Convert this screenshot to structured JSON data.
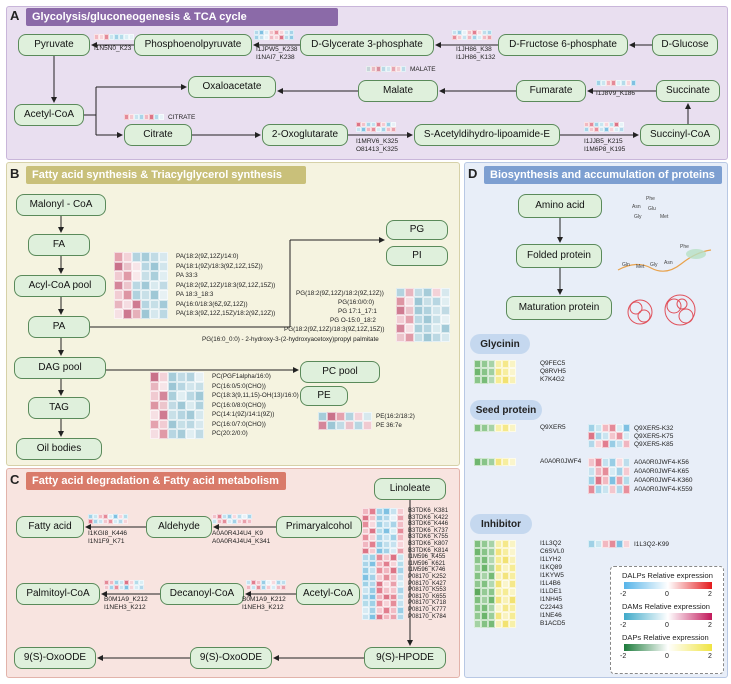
{
  "panels": {
    "a": {
      "letter": "A",
      "title": "Glycolysis/gluconeogenesis & TCA cycle"
    },
    "b": {
      "letter": "B",
      "title": "Fatty acid synthesis & Triacylglycerol synthesis"
    },
    "c": {
      "letter": "C",
      "title": "Fatty acid degradation & Fatty acid metabolism"
    },
    "d": {
      "letter": "D",
      "title": "Biosynthesis and accumulation of proteins"
    }
  },
  "nodes_a": {
    "pyruvate": "Pyruvate",
    "pep": "Phosphoenolpyruvate",
    "dg3p": "D-Glycerate 3-phosphate",
    "df6p": "D-Fructose 6-phosphate",
    "dglucose": "D-Glucose",
    "acetylcoa": "Acetyl-CoA",
    "oxaloacetate": "Oxaloacetate",
    "malate": "Malate",
    "fumarate": "Fumarate",
    "succinate": "Succinate",
    "citrate": "Citrate",
    "oxoglutarate": "2-Oxoglutarate",
    "sacetyl": "S-Acetyldihydro-lipoamide-E",
    "succinylcoa": "Succinyl-CoA"
  },
  "labels_a": {
    "i1n5n0": "I1N5N0_K23",
    "i1jpw5": "I1JPW5_K238",
    "i1nai7": "I1NAI7_K238",
    "i1jh86a": "I1JH86_K38",
    "i1jh86b": "I1JH86_K132",
    "malate_tag": "MALATE",
    "citrate_tag": "CITRATE",
    "i1j8v9": "I1J8V9_K186",
    "i1mrv6": "I1MRV6_K325",
    "o81413": "O81413_K325",
    "i1jjb5": "I1JJB5_K215",
    "i1m6p8": "I1M6P8_K195"
  },
  "nodes_b": {
    "malonyl": "Malonyl - CoA",
    "fa": "FA",
    "acylcoa": "Acyl-CoA pool",
    "pa": "PA",
    "dag": "DAG pool",
    "tag": "TAG",
    "oil": "Oil bodies",
    "pg": "PG",
    "pi": "PI",
    "pcpool": "PC pool",
    "pe": "PE"
  },
  "labels_b": {
    "pa_list": [
      "PA(18:2(9Z,12Z)/14:0)",
      "PA(18:1(9Z)/18:3(9Z,12Z,15Z))",
      "PA 33:3",
      "PA(18:2(9Z,12Z)/18:3(9Z,12Z,15Z))",
      "PA 18:3_18:3",
      "PA(16:0/18:3(6Z,9Z,12Z))",
      "PA(18:3(9Z,12Z,15Z)/18:2(9Z,12Z))"
    ],
    "pg_list": [
      "PG(18:2(9Z,12Z)/18:2(9Z,12Z))",
      "PG(16:0/0:0)",
      "PG 17:1_17:1",
      "PG O-15:0_18:2",
      "PG(18:2(9Z,12Z)/18:3(9Z,12Z,15Z))",
      "PG(16:0_0:0) - 2-hydroxy-3-(2-hydroxyacetoxy)propyl palmitate"
    ],
    "pc_list": [
      "PC(PGF1alpha/16:0)",
      "PC(16:0/5:0(CHO))",
      "PC(18:3(9,11,15)-OH(13)/16:0)",
      "PC(16:0/8:0(CHO))",
      "PC(14:1(9Z)/14:1(9Z))",
      "PC(16:0/7:0(CHO))",
      "PC(20:2/0:0)"
    ],
    "pe_list": [
      "PE(16:2/18:2)",
      "PE 36:7e"
    ]
  },
  "nodes_c": {
    "linoleate": "Linoleate",
    "fattyacid": "Fatty acid",
    "aldehyde": "Aldehyde",
    "primaryalcohol": "Primaryalcohol",
    "palmitoyl": "Palmitoyl-CoA",
    "decanoyl": "Decanoyl-CoA",
    "acetylcoa": "Acetyl-CoA",
    "oxo1": "9(S)-OxoODE",
    "oxo2": "9(S)-OxoODE",
    "hpode": "9(S)-HPODE"
  },
  "labels_c": {
    "i1kgi8": "I1KGI8_K446",
    "i1n1f9": "I1N1F9_K71",
    "a0a0r4": "A0A0R4J4U4_K9",
    "a0a0r4b": "A0A0R4J4U4_K341",
    "b0m1a9a": "B0M1A9_K212",
    "i1neh3a": "I1NEH3_K212",
    "b0m1a9b": "B0M1A9_K212",
    "i1neh3b": "I1NEH3_K212",
    "list": [
      "B3TDK6_K381",
      "B3TDK6_K422",
      "B3TDK6_K446",
      "B3TDK6_K737",
      "B3TDK6_K755",
      "B3TDK6_K807",
      "B3TDK6_K814",
      "I1M596_K455",
      "I1M596_K621",
      "I1M596_K746",
      "P08170_K252",
      "P08170_K427",
      "P08170_K553",
      "P08170_K655",
      "P08170_K718",
      "P08170_K777",
      "P08170_K784"
    ]
  },
  "nodes_d": {
    "aminoacid": "Amino acid",
    "folded": "Folded protein",
    "maturation": "Maturation protein",
    "glycinin": "Glycinin",
    "seed": "Seed protein",
    "inhibitor": "Inhibitor"
  },
  "labels_d": {
    "amino_names": [
      "Phe",
      "Asn",
      "Glu",
      "Gly",
      "Met",
      "Gln",
      "Met",
      "Gly",
      "Asn",
      "Phe"
    ],
    "glycinin_list": [
      "Q9FEC5",
      "Q8RVH5",
      "K7K4G2"
    ],
    "seed_left": "Q9XER5",
    "seed_left2": "A0A0R0JWF4",
    "seed_right": [
      "Q9XER5-K32",
      "Q9XER5-K75",
      "Q9XER5-K85"
    ],
    "seed_right2": [
      "A0A0R0JWF4-K56",
      "A0A0R0JWF4-K65",
      "A0A0R0JWF4-K360",
      "A0A0R0JWF4-K559"
    ],
    "inhibitor_list": [
      "I1L3Q2",
      "C6SVL0",
      "I1LYH2",
      "I1KQ89",
      "I1KYW5",
      "I1L4B6",
      "I1LDE1",
      "I1NH45",
      "C22443",
      "I1NE46",
      "B1ACD5"
    ],
    "inhibitor_right": "I1L3Q2-K99"
  },
  "legend": {
    "dalps": "DALPs Relative expression",
    "dams": "DAMs Relative expression",
    "daps": "DAPs Relative expression",
    "ticks": [
      "-2",
      "0",
      "2"
    ]
  },
  "colors": {
    "panel_a_bg": "#e9dff0",
    "panel_a_title": "#8b6aa8",
    "panel_b_bg": "#f5f3e0",
    "panel_b_title": "#c9c07a",
    "panel_c_bg": "#f8e4e0",
    "panel_c_title": "#d97b6a",
    "panel_d_bg": "#e8eef8",
    "panel_d_title": "#7d9fd1",
    "node_fill": "#dff0dc",
    "node_border": "#5a8a5a"
  }
}
